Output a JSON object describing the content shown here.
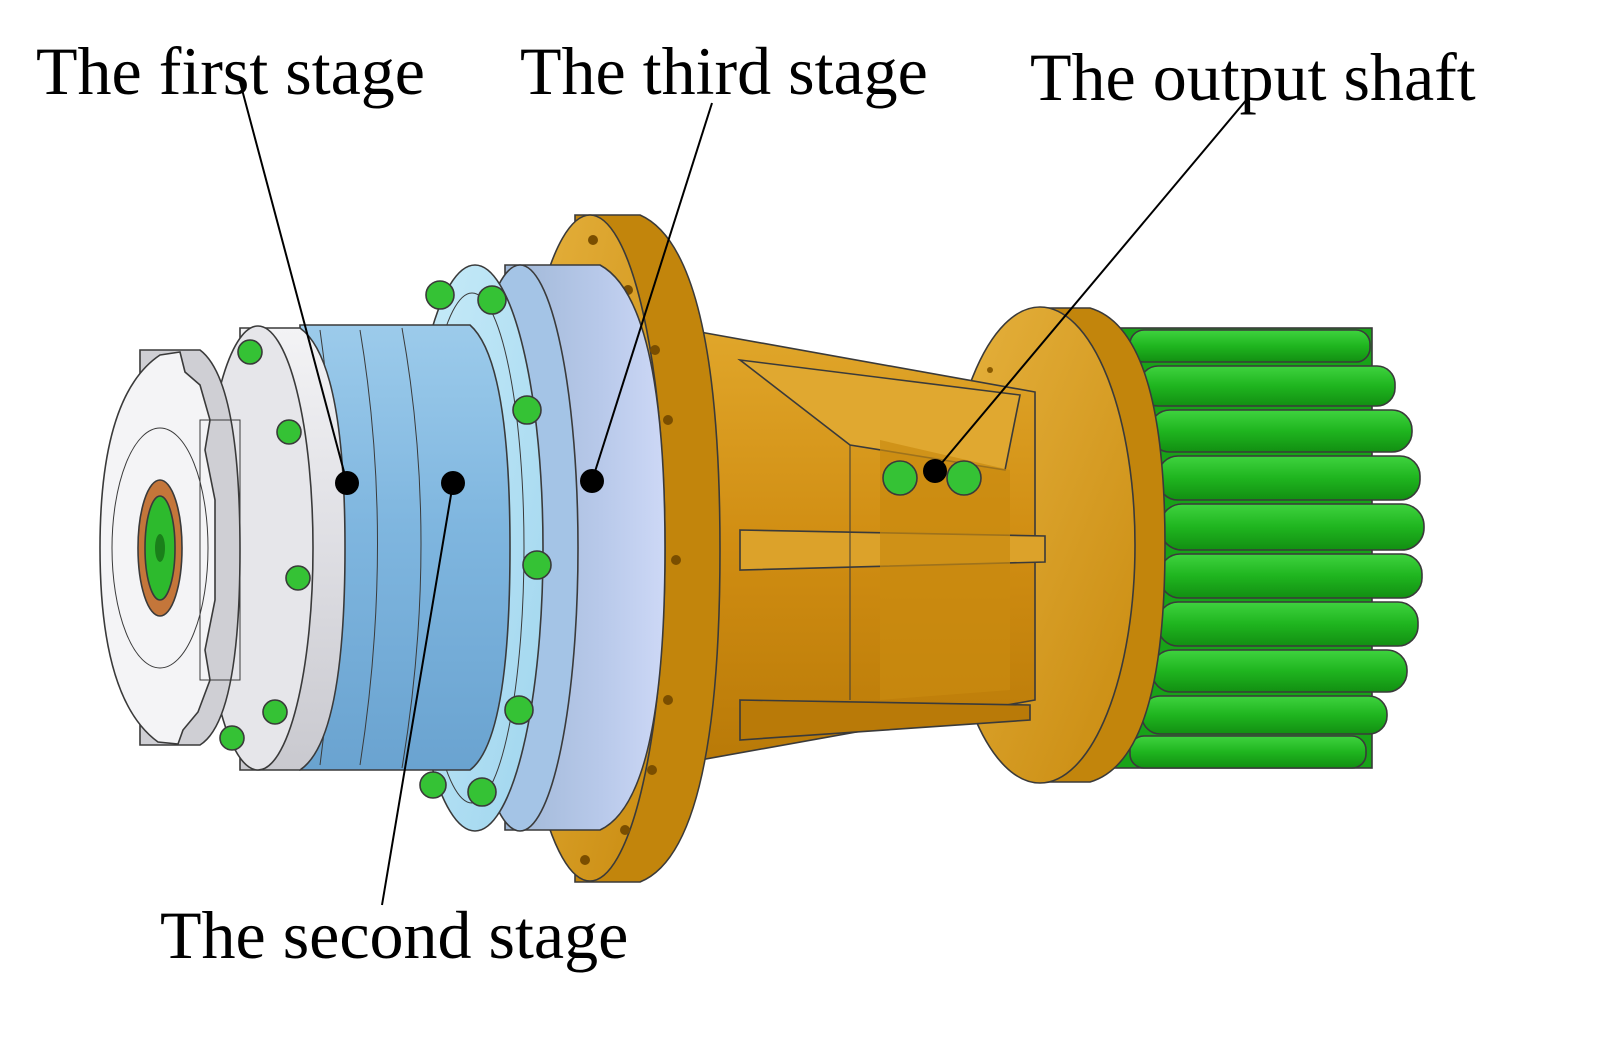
{
  "labels": {
    "first_stage": "The first stage",
    "third_stage": "The third stage",
    "output_shaft": "The output shaft",
    "second_stage": "The second stage"
  },
  "colors": {
    "background": "#ffffff",
    "housing_gold": "#d9961a",
    "stage_blue": "#8fc3e6",
    "cover_gray": "#e4e4e8",
    "shaft_green": "#1fb51f",
    "bolt_green": "#35c235",
    "marker": "#000000",
    "text": "#000000"
  }
}
